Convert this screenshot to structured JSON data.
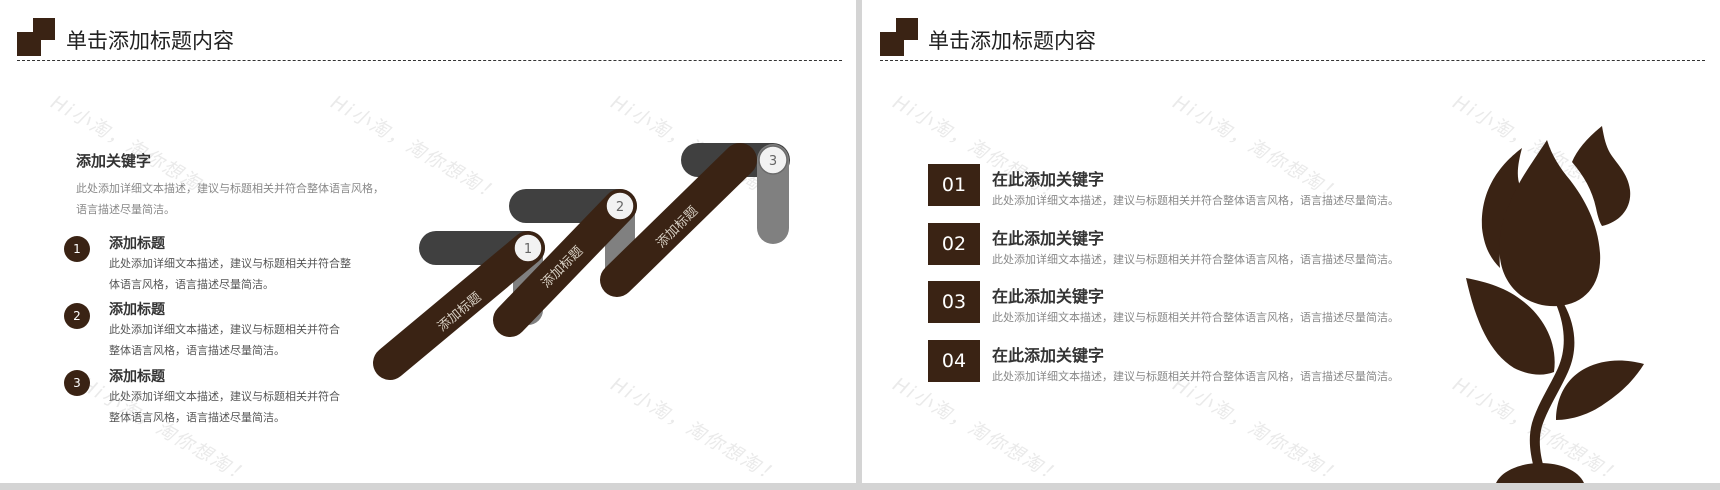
{
  "watermark": "Hi小淘，淘你想淘！",
  "colors": {
    "brand_brown": "#3a2314",
    "dark_gray": "#404040",
    "mid_gray": "#808080",
    "circle_fill": "#f2f2f2"
  },
  "left_slide": {
    "title": "单击添加标题内容",
    "keyword": {
      "title": "添加关键字",
      "desc": "此处添加详细文本描述，建议与标题相关并符合整体语言风格，语言描述尽量简洁。"
    },
    "steps": [
      {
        "num": "1",
        "title": "添加标题",
        "desc": "此处添加详细文本描述，建议与标题相关并符合整体语言风格，语言描述尽量简洁。"
      },
      {
        "num": "2",
        "title": "添加标题",
        "desc": "此处添加详细文本描述，建议与标题相关并符合整体语言风格，语言描述尽量简洁。"
      },
      {
        "num": "3",
        "title": "添加标题",
        "desc": "此处添加详细文本描述，建议与标题相关并符合整体语言风格，语言描述尽量简洁。"
      }
    ],
    "arrows": [
      {
        "num": "1",
        "label": "添加标题"
      },
      {
        "num": "2",
        "label": "添加标题"
      },
      {
        "num": "3",
        "label": "添加标题"
      }
    ]
  },
  "right_slide": {
    "title": "单击添加标题内容",
    "rows": [
      {
        "num": "01",
        "title": "在此添加关键字",
        "desc": "此处添加详细文本描述，建议与标题相关并符合整体语言风格，语言描述尽量简洁。"
      },
      {
        "num": "02",
        "title": "在此添加关键字",
        "desc": "此处添加详细文本描述，建议与标题相关并符合整体语言风格，语言描述尽量简洁。"
      },
      {
        "num": "03",
        "title": "在此添加关键字",
        "desc": "此处添加详细文本描述，建议与标题相关并符合整体语言风格，语言描述尽量简洁。"
      },
      {
        "num": "04",
        "title": "在此添加关键字",
        "desc": "此处添加详细文本描述，建议与标题相关并符合整体语言风格，语言描述尽量简洁。"
      }
    ],
    "illustration": "tulip-plant-icon"
  }
}
